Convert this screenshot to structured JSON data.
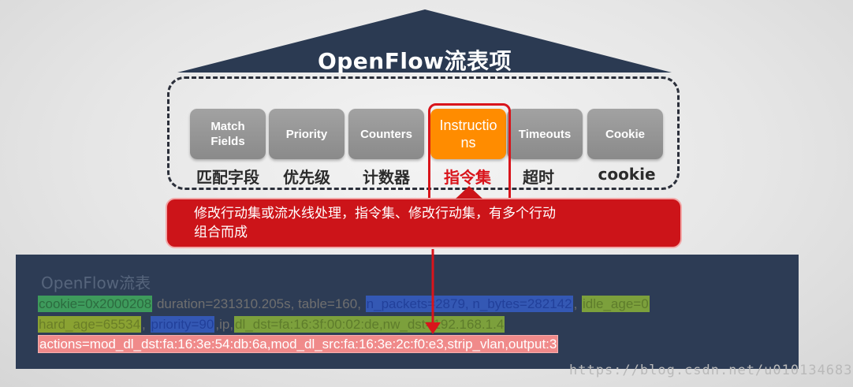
{
  "title": "OpenFlow流表项",
  "fields": [
    {
      "en": "Match\nFields",
      "cn": "匹配字段"
    },
    {
      "en": "Priority",
      "cn": "优先级"
    },
    {
      "en": "Counters",
      "cn": "计数器"
    },
    {
      "en": "Instructio\nns",
      "cn": "指令集"
    },
    {
      "en": "Timeouts",
      "cn": "超时"
    },
    {
      "en": "Cookie",
      "cn": "cookie"
    }
  ],
  "callout": {
    "line1": "修改行动集或流水线处理，指令集、修改行动集，有多个行动",
    "line2": "组合而成"
  },
  "flow": {
    "title": "OpenFlow流表",
    "line1": {
      "cookie": "cookie=0x2000208",
      "mid": " duration=231310.205s, table=160, ",
      "packets": "n_packets=2879, n_bytes=282142",
      "sep": ", ",
      "idle": "idle_age=0"
    },
    "line2": {
      "hard": "hard_age=65534",
      "sep1": ", ",
      "priority": "priority=90",
      "ip": ",ip,",
      "match": "dl_dst=fa:16:3f:00:02:de,nw_dst=192.168.1.4"
    },
    "line3": "actions=mod_dl_dst:fa:16:3e:54:db:6a,mod_dl_src:fa:16:3e:2c:f0:e3,strip_vlan,output:3"
  },
  "watermark": "https://blog.csdn.net/u010134683",
  "colors": {
    "roof": "#2b3a52",
    "selected": "#ff8c00",
    "highlight": "#d9141b",
    "panel": "#2d3c55"
  }
}
